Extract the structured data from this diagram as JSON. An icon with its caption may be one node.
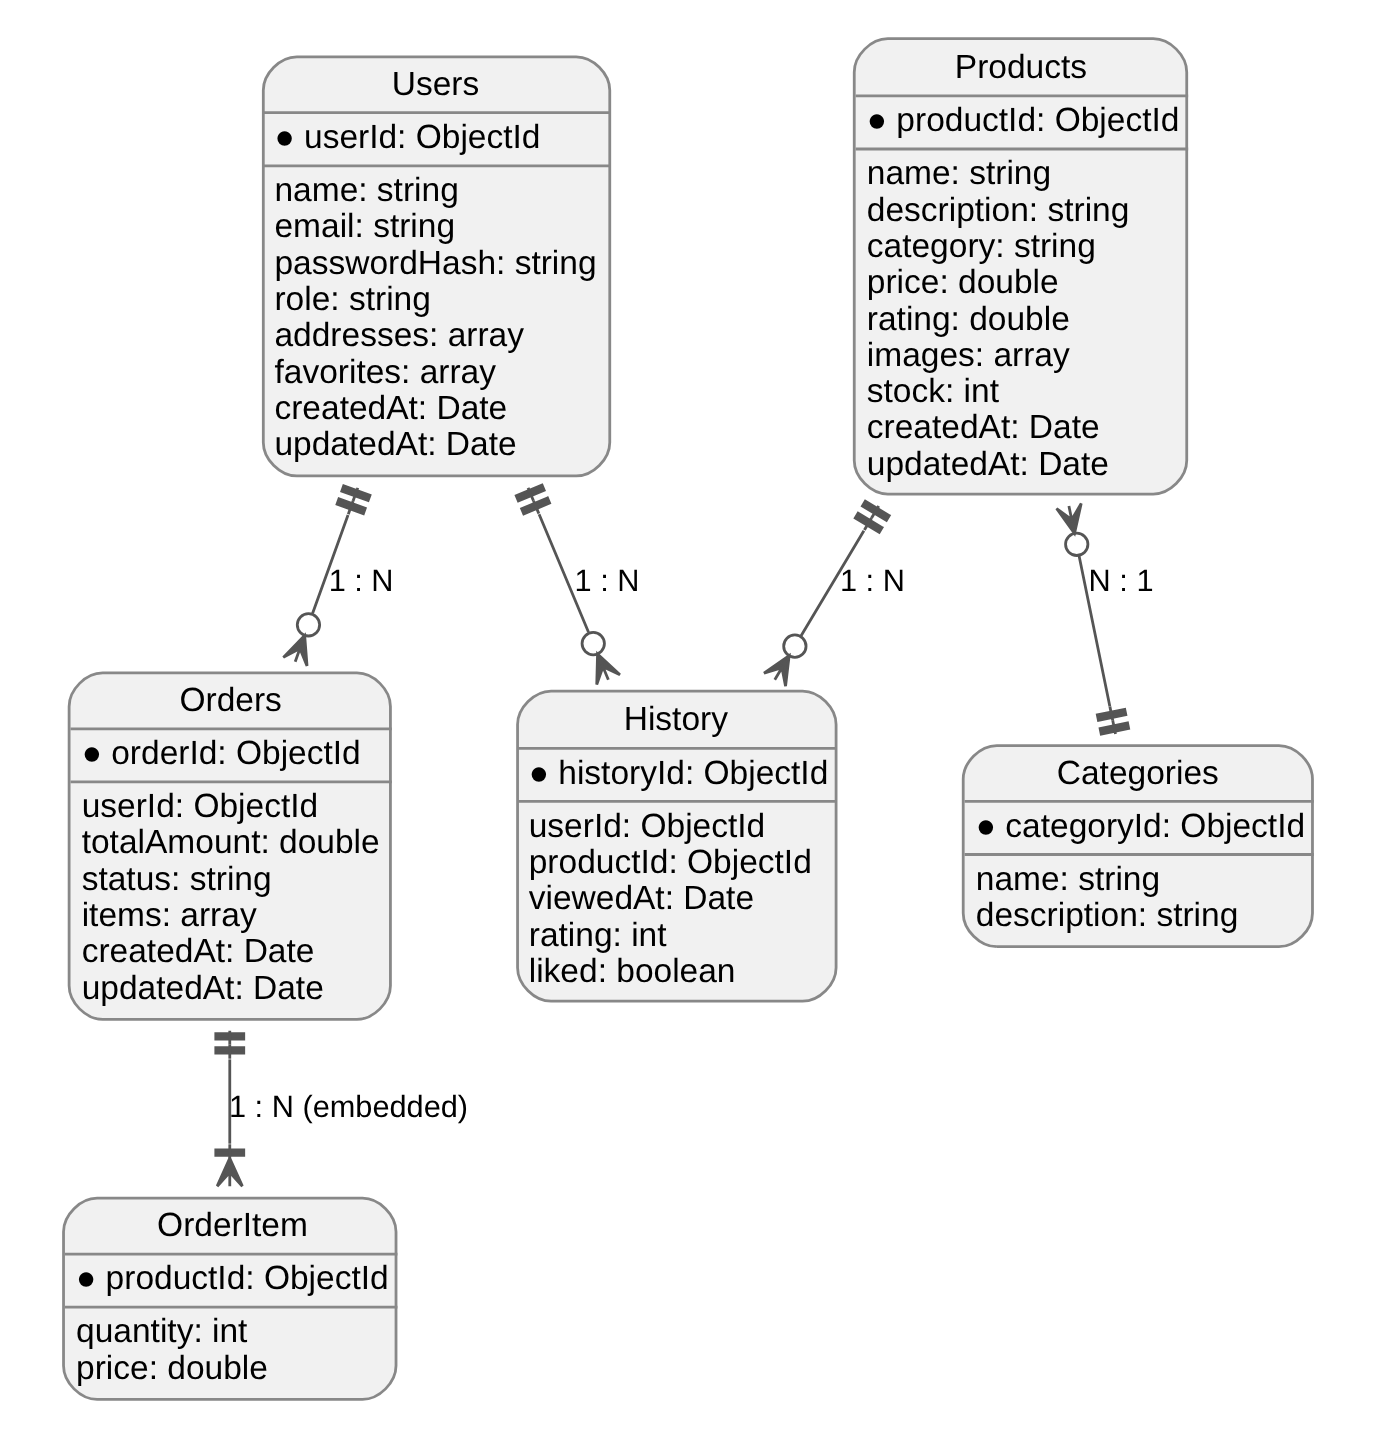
{
  "diagram": {
    "nodes": [
      {
        "text": [
          "Users",
          "● userId: ObjectId",
          "name: string",
          "email: string",
          "passwordHash: string",
          "role: string",
          "addresses: array",
          "favorites: array",
          "createdAt: Date",
          "updatedAt: Date"
        ]
      },
      {
        "text": [
          "Products",
          "● productId: ObjectId",
          "name: string",
          "description: string",
          "category: string",
          "price: double",
          "rating: double",
          "images: array",
          "stock: int",
          "createdAt: Date",
          "updatedAt: Date"
        ]
      },
      {
        "text": [
          "Orders",
          "● orderId: ObjectId",
          "userId: ObjectId",
          "totalAmount: double",
          "status: string",
          "items: array",
          "createdAt: Date",
          "updatedAt: Date"
        ]
      },
      {
        "text": [
          "History",
          "● historyId: ObjectId",
          "userId: ObjectId",
          "productId: ObjectId",
          "viewedAt: Date",
          "rating: int",
          "liked: boolean"
        ]
      },
      {
        "text": [
          "Categories",
          "● categoryId: ObjectId",
          "name: string",
          "description: string"
        ]
      },
      {
        "text": [
          "OrderItem",
          "● productId: ObjectId",
          "quantity: int",
          "price: double"
        ]
      }
    ],
    "edges": [
      {
        "from": 0,
        "to": 2,
        "arrow": "other",
        "label": "1 : N"
      },
      {
        "from": 0,
        "to": 3,
        "arrow": "other",
        "label": "1 : N"
      },
      {
        "from": 1,
        "to": 3,
        "arrow": "other",
        "label": "1 : N"
      },
      {
        "from": 1,
        "to": 4,
        "arrow": "other",
        "label": "N : 1"
      },
      {
        "from": 2,
        "to": 5,
        "arrow": "other",
        "label": "1 : N (embedded)"
      }
    ]
  }
}
